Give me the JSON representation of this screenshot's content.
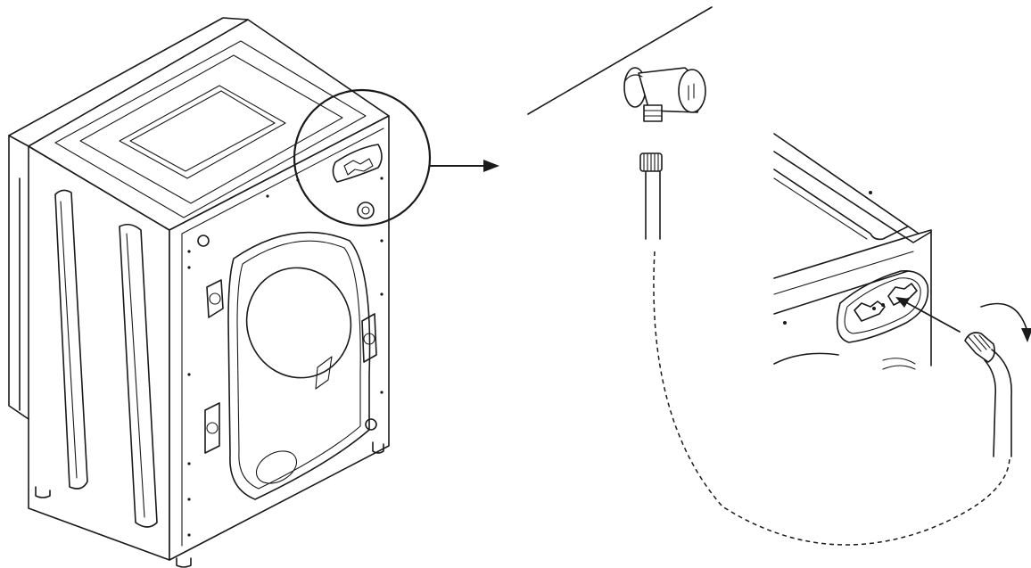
{
  "figure": {
    "description_label": "",
    "colors": {
      "line": "#1a1a1a",
      "background": "#ffffff"
    },
    "parts": [
      "washing-machine-rear-view",
      "detail-callout-circle",
      "water-tap",
      "inlet-hose",
      "inlet-valve-connection"
    ]
  }
}
